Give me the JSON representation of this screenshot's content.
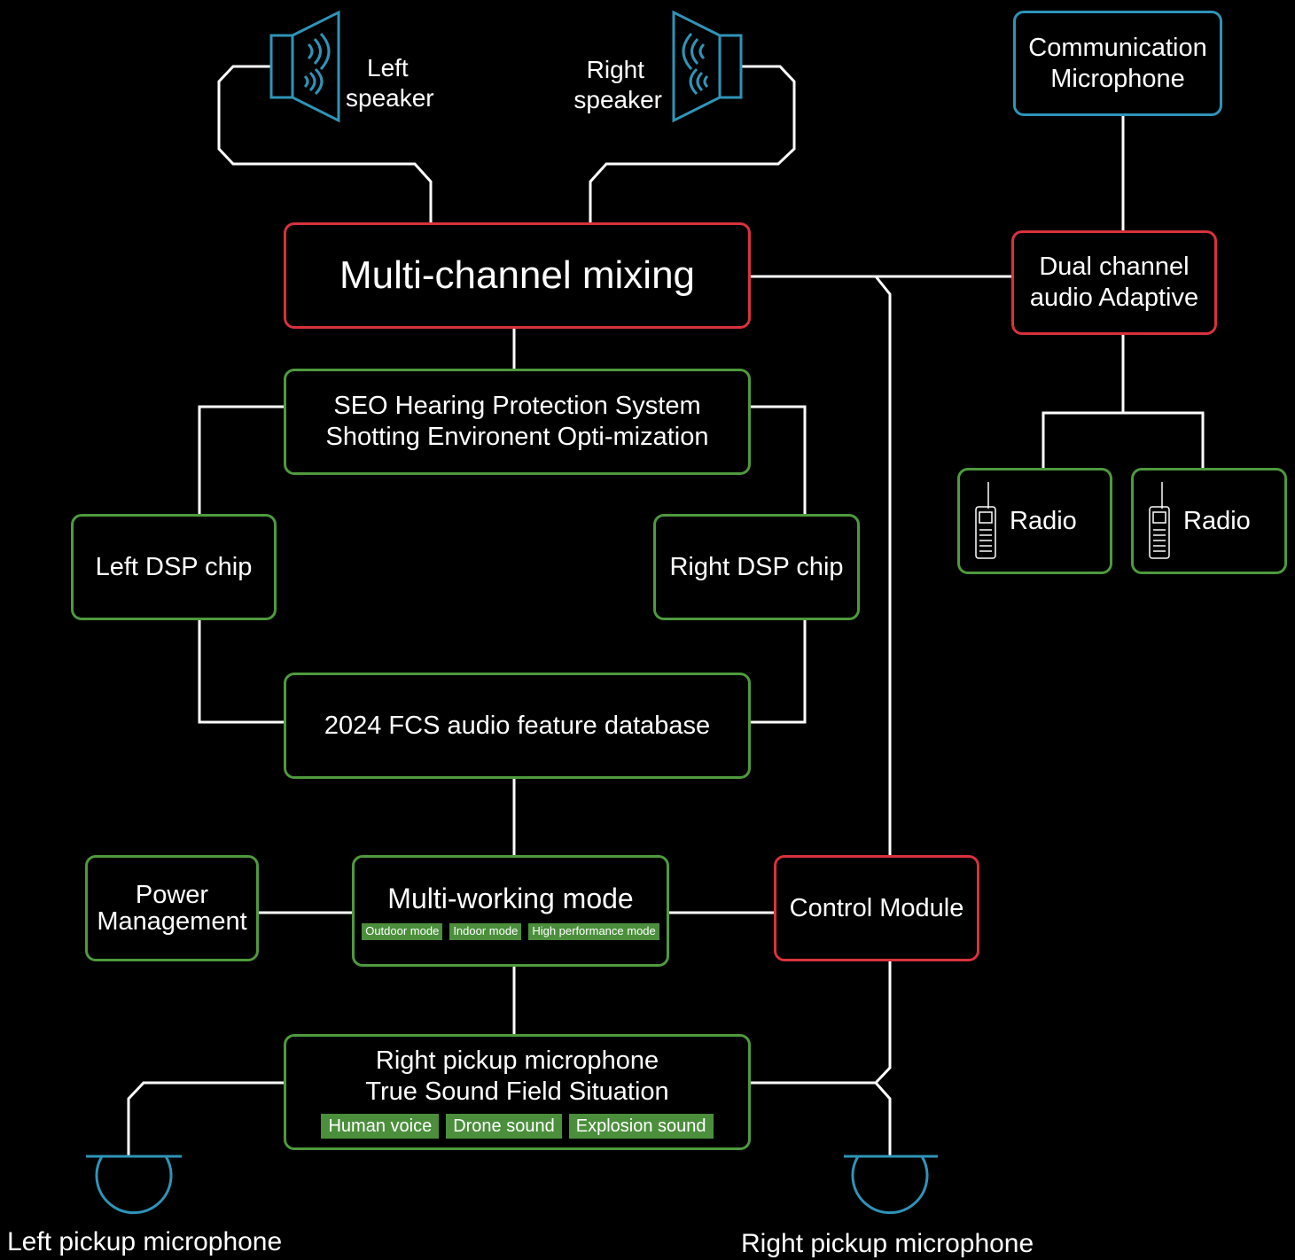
{
  "colors": {
    "background": "#000000",
    "wire": "#ffffff",
    "red_border": "#d8323c",
    "green_border": "#4e9a3d",
    "blue_border": "#2f94b8",
    "tag_bg": "#4b8f3c"
  },
  "speakers": {
    "left": {
      "line1": "Left",
      "line2": "speaker",
      "icon": "speaker-icon"
    },
    "right": {
      "line1": "Right",
      "line2": "speaker",
      "icon": "speaker-icon"
    }
  },
  "comm_mic": {
    "line1": "Communication",
    "line2": "Microphone"
  },
  "mixing": {
    "label": "Multi-channel mixing"
  },
  "dual_channel": {
    "line1": "Dual channel",
    "line2": "audio Adaptive"
  },
  "seo": {
    "line1": "SEO Hearing Protection System",
    "line2": "Shotting Environent Opti-mization"
  },
  "radios": [
    {
      "label": "Radio",
      "icon": "radio-icon"
    },
    {
      "label": "Radio",
      "icon": "radio-icon"
    }
  ],
  "left_dsp": {
    "label": "Left DSP chip"
  },
  "right_dsp": {
    "label": "Right DSP chip"
  },
  "fcs": {
    "label": "2024 FCS audio feature database"
  },
  "power": {
    "line1": "Power",
    "line2": "Management"
  },
  "working_mode": {
    "label": "Multi-working mode",
    "modes": [
      "Outdoor mode",
      "Indoor mode",
      "High performance mode"
    ]
  },
  "control": {
    "label": "Control Module"
  },
  "pickup": {
    "line1": "Right pickup microphone",
    "line2": "True Sound Field Situation",
    "sounds": [
      "Human voice",
      "Drone sound",
      "Explosion sound"
    ]
  },
  "left_pickup_label": "Left pickup microphone",
  "right_pickup_label": "Right pickup microphone"
}
